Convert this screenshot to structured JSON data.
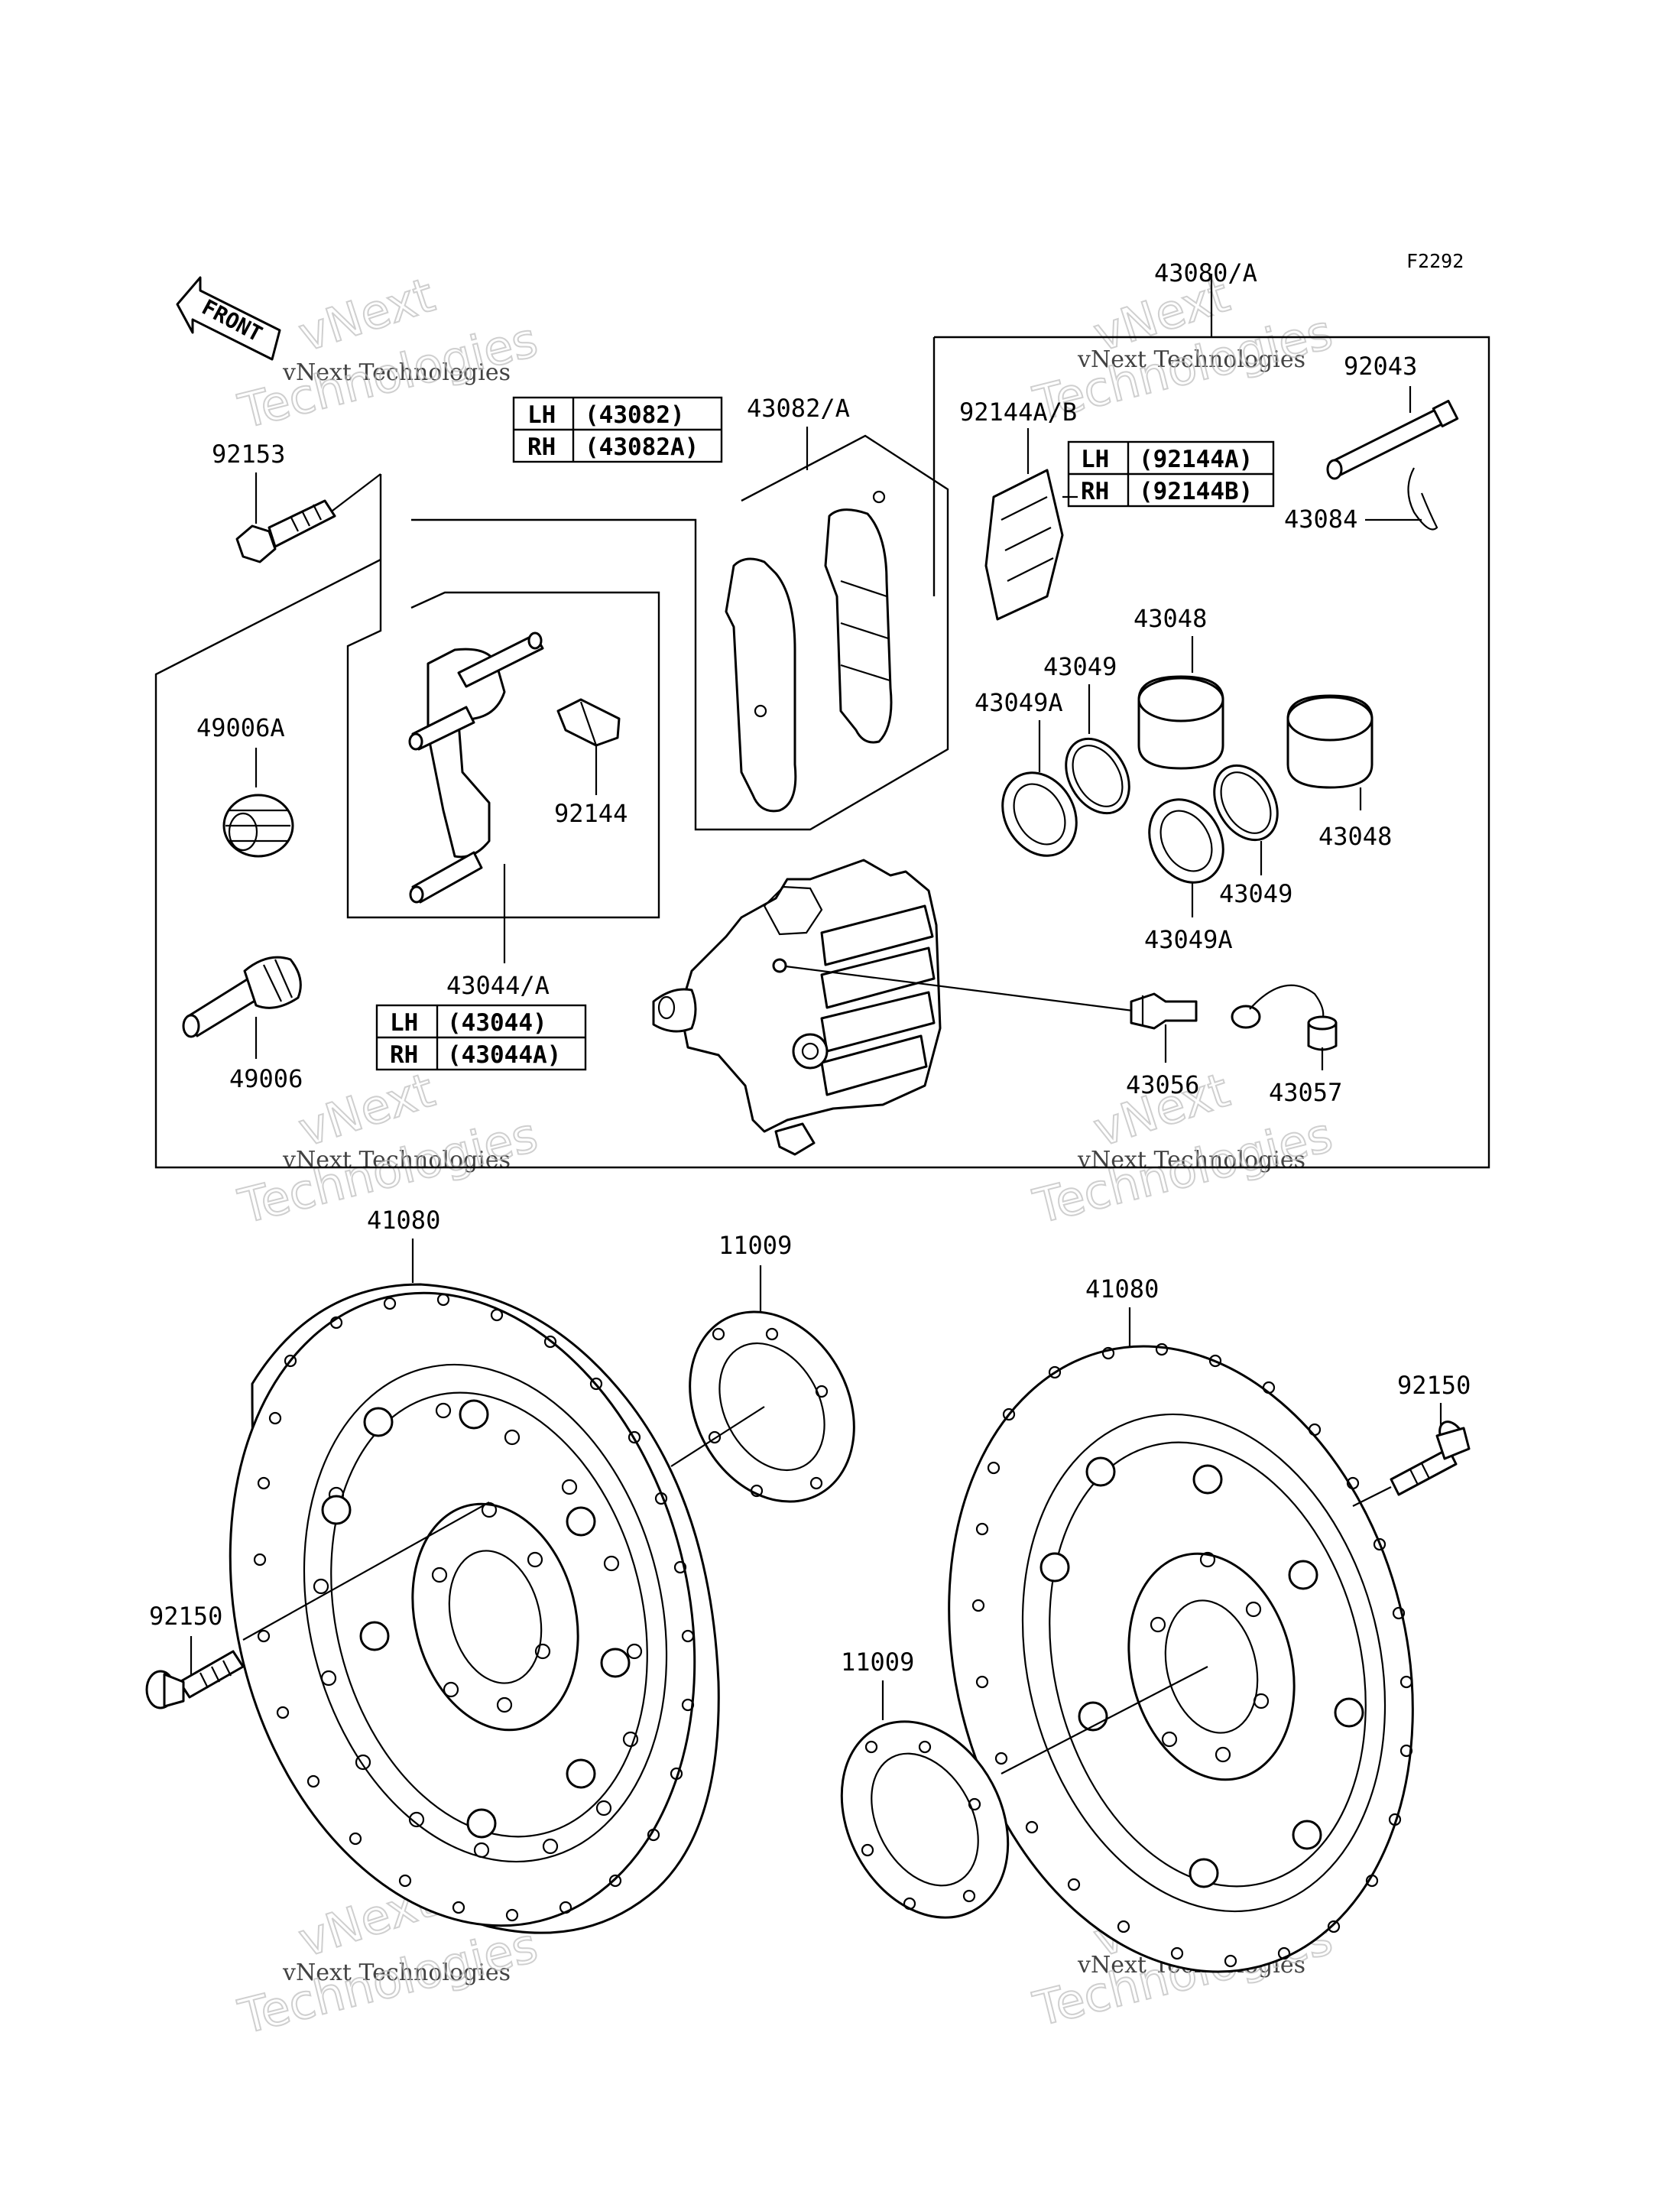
{
  "figure_code": "F2292",
  "front_label": "FRONT",
  "watermark": {
    "line1": "vNext Technologies",
    "line2": "Technologies",
    "line3": "vNext"
  },
  "labels": {
    "caliper_assembly": "43080/A",
    "pad_set": "43082/A",
    "shim": "92144A/B",
    "pin": "92043",
    "clip": "43084",
    "bolt_92153": "92153",
    "bracket": "43044/A",
    "spring": "92144",
    "boot_49006A": "49006A",
    "pin_49006": "49006",
    "piston_upper": "43048",
    "piston_lower": "43048",
    "seal_upper": "43049",
    "seal_lower": "43049",
    "seal_a_upper": "43049A",
    "seal_a_lower": "43049A",
    "bleeder": "43056",
    "cap": "43057",
    "disc_left": "41080",
    "disc_right": "41080",
    "shim_disc_upper": "11009",
    "shim_disc_lower": "11009",
    "bolt_left": "92150",
    "bolt_right": "92150"
  },
  "tables": {
    "pad": [
      {
        "side": "LH",
        "part": "(43082)"
      },
      {
        "side": "RH",
        "part": "(43082A)"
      }
    ],
    "shim": [
      {
        "side": "LH",
        "part": "(92144A)"
      },
      {
        "side": "RH",
        "part": "(92144B)"
      }
    ],
    "bracket": [
      {
        "side": "LH",
        "part": "(43044)"
      },
      {
        "side": "RH",
        "part": "(43044A)"
      }
    ]
  }
}
